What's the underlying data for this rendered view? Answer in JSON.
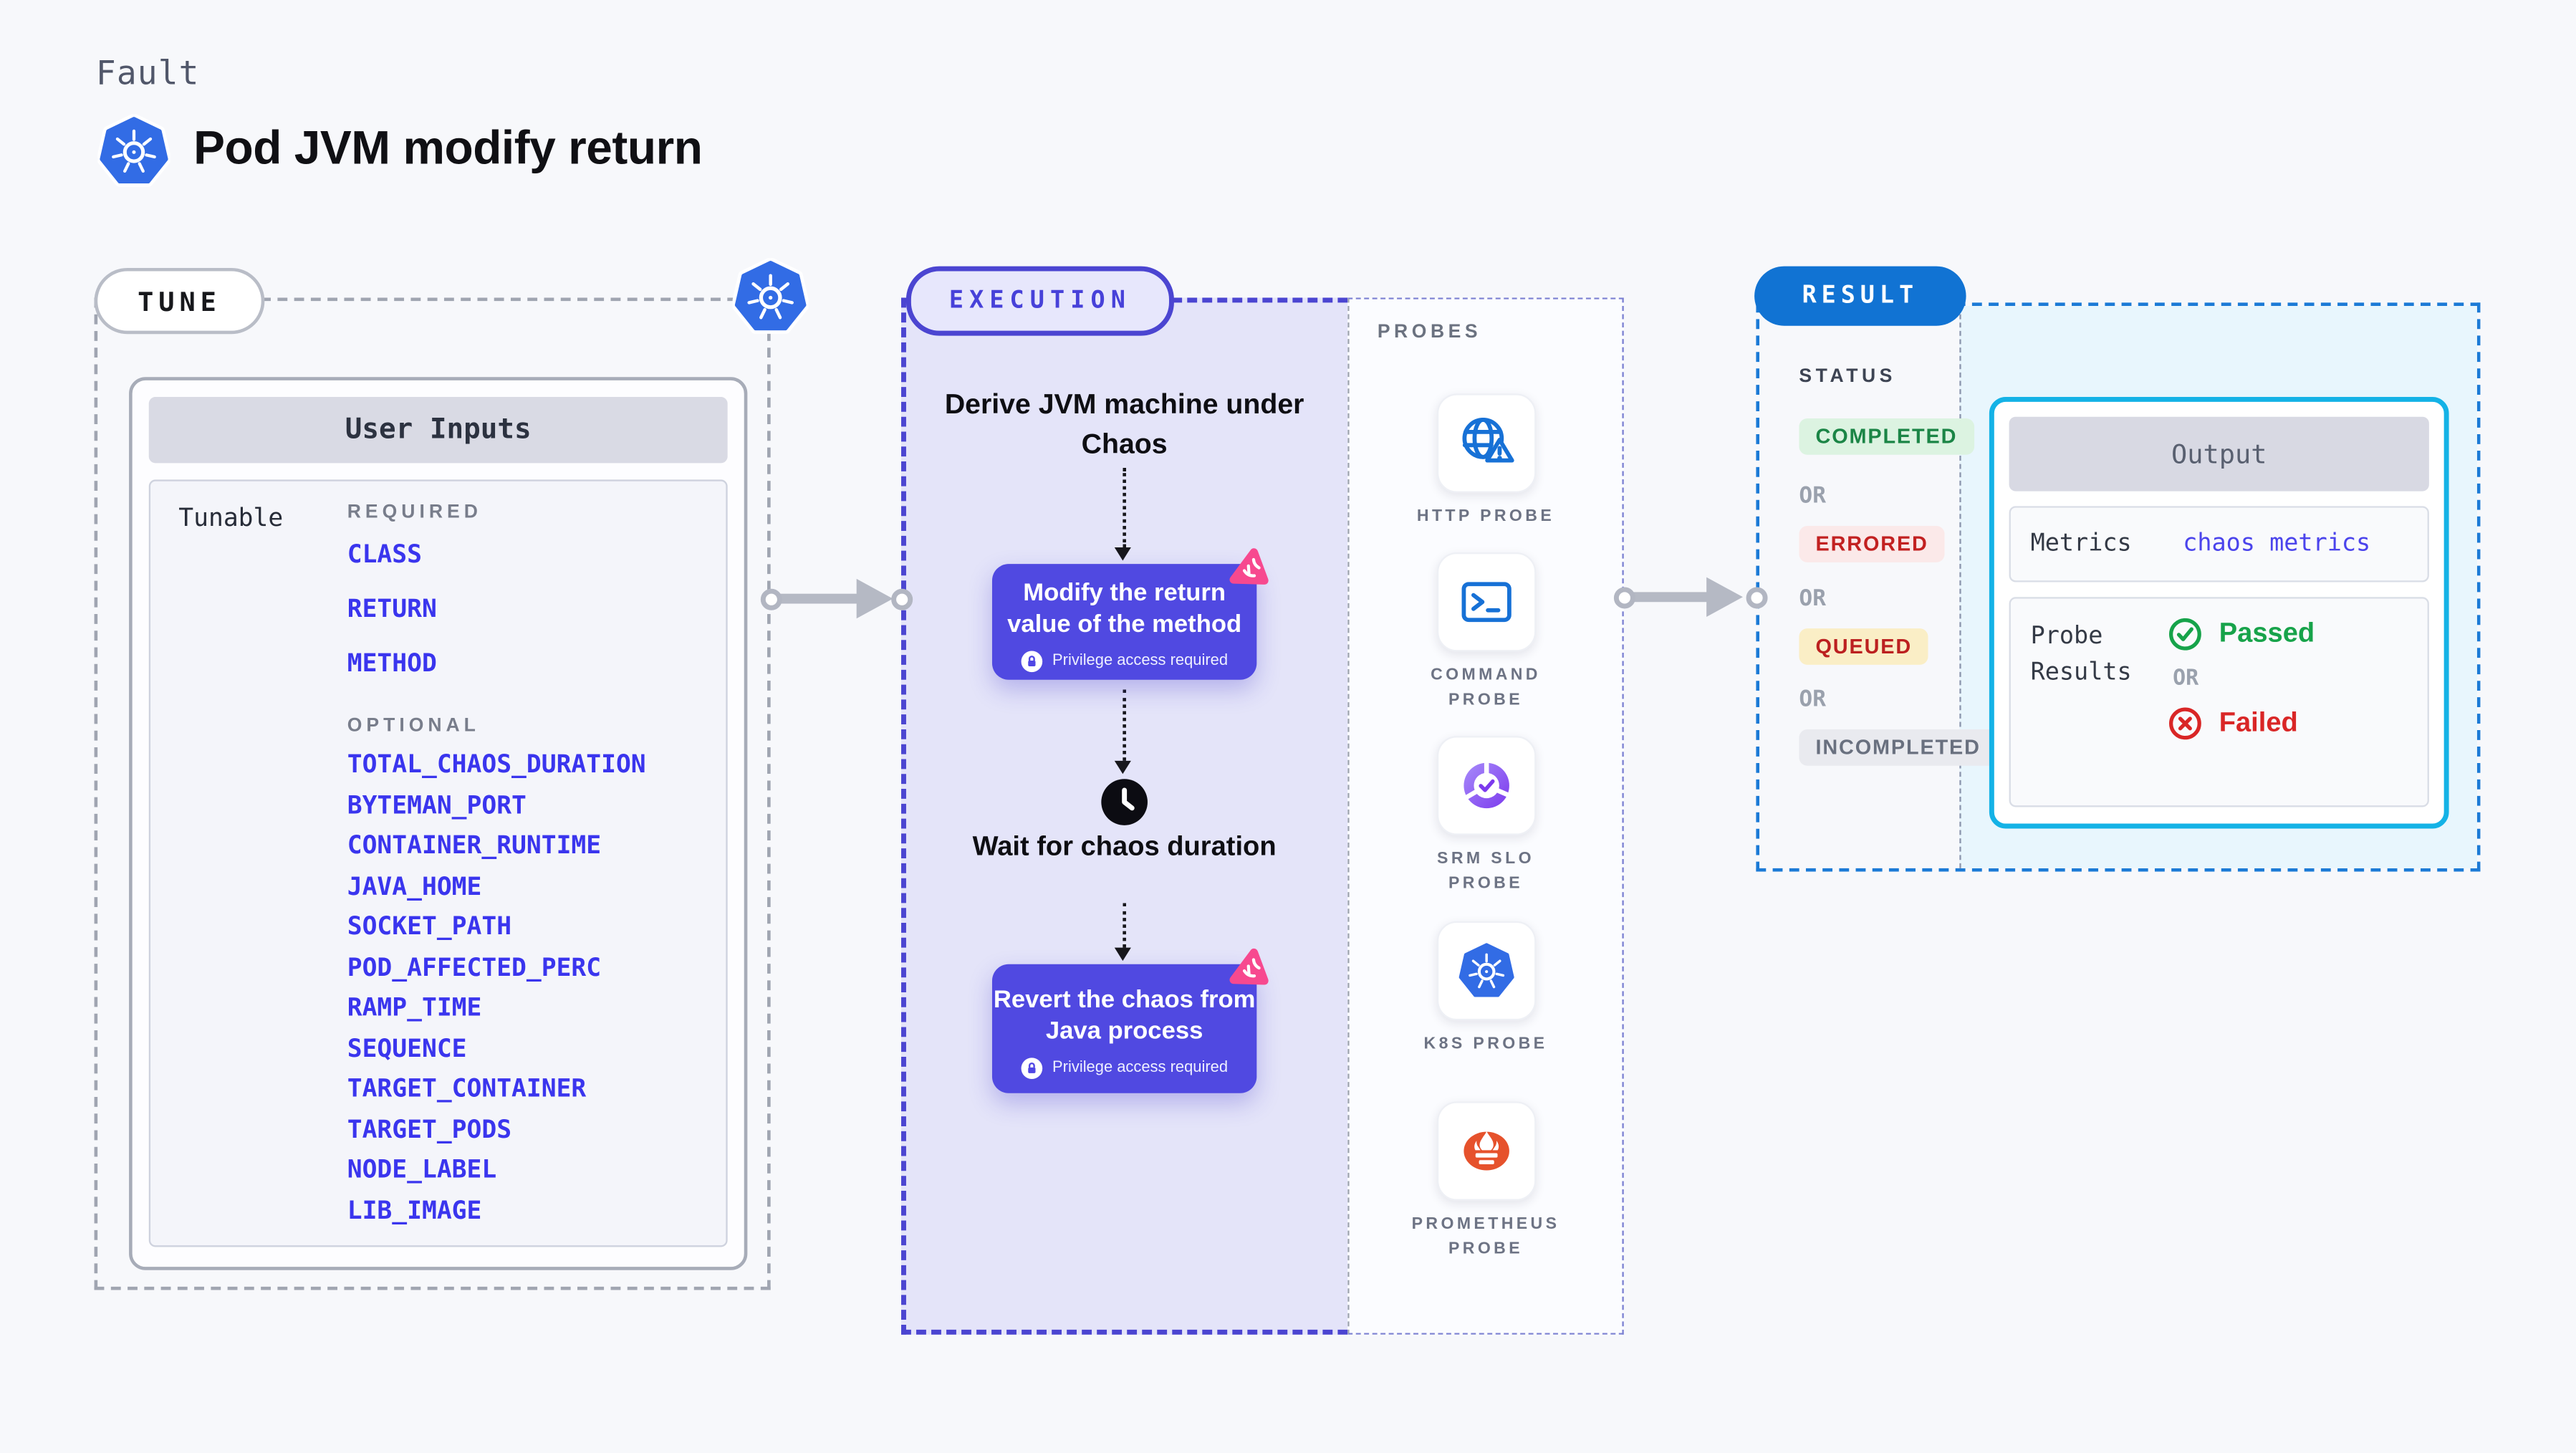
{
  "header": {
    "kicker": "Fault",
    "title": "Pod JVM modify return"
  },
  "tune": {
    "label": "TUNE",
    "card_title": "User Inputs",
    "row_label": "Tunable",
    "required_label": "REQUIRED",
    "required": [
      "CLASS",
      "RETURN",
      "METHOD"
    ],
    "optional_label": "OPTIONAL",
    "optional": [
      "TOTAL_CHAOS_DURATION",
      "BYTEMAN_PORT",
      "CONTAINER_RUNTIME",
      "JAVA_HOME",
      "SOCKET_PATH",
      "POD_AFFECTED_PERC",
      "RAMP_TIME",
      "SEQUENCE",
      "TARGET_CONTAINER",
      "TARGET_PODS",
      "NODE_LABEL",
      "LIB_IMAGE"
    ]
  },
  "execution": {
    "label": "EXECUTION",
    "step1": "Derive JVM machine under Chaos",
    "step2": "Modify the return value of the method",
    "step2_badge": "Privilege access required",
    "step3": "Wait for chaos duration",
    "step4": "Revert the chaos from Java process",
    "step4_badge": "Privilege access required"
  },
  "probes": {
    "label": "PROBES",
    "items": [
      {
        "label": "HTTP PROBE",
        "icon": "globe-warning-icon"
      },
      {
        "label": "COMMAND PROBE",
        "icon": "terminal-icon"
      },
      {
        "label": "SRM SLO PROBE",
        "icon": "slo-donut-icon"
      },
      {
        "label": "K8S PROBE",
        "icon": "kubernetes-icon"
      },
      {
        "label": "PROMETHEUS PROBE",
        "icon": "prometheus-flame-icon"
      }
    ]
  },
  "result": {
    "label": "RESULT",
    "status_label": "STATUS",
    "or_label": "OR",
    "statuses": [
      {
        "label": "COMPLETED",
        "color": "#1b8546",
        "bg": "#dcf3e1"
      },
      {
        "label": "ERRORED",
        "color": "#c22121",
        "bg": "#fbe9e9"
      },
      {
        "label": "QUEUED",
        "color": "#bc2020",
        "bg": "#faeec6"
      },
      {
        "label": "INCOMPLETED",
        "color": "#69707f",
        "bg": "#e9eaef"
      }
    ],
    "output": {
      "title": "Output",
      "metrics_label": "Metrics",
      "metrics_value": "chaos metrics",
      "probe_results_label": "Probe Results",
      "passed_label": "Passed",
      "or_label": "OR",
      "failed_label": "Failed"
    }
  },
  "colors": {
    "page_bg": "#f7f8fb",
    "accent_indigo": "#4b45d1",
    "execution_fill": "#e4e4f9",
    "step_box": "#5049e1",
    "param_blue": "#3a35ee",
    "kubernetes_blue": "#326ce5",
    "chaos_pink": "#f7498f",
    "result_blue": "#1173d3",
    "output_border_cyan": "#14b2e6",
    "passed_green": "#17a34a",
    "failed_red": "#d92626",
    "metrics_value_indigo": "#4b44ec"
  }
}
